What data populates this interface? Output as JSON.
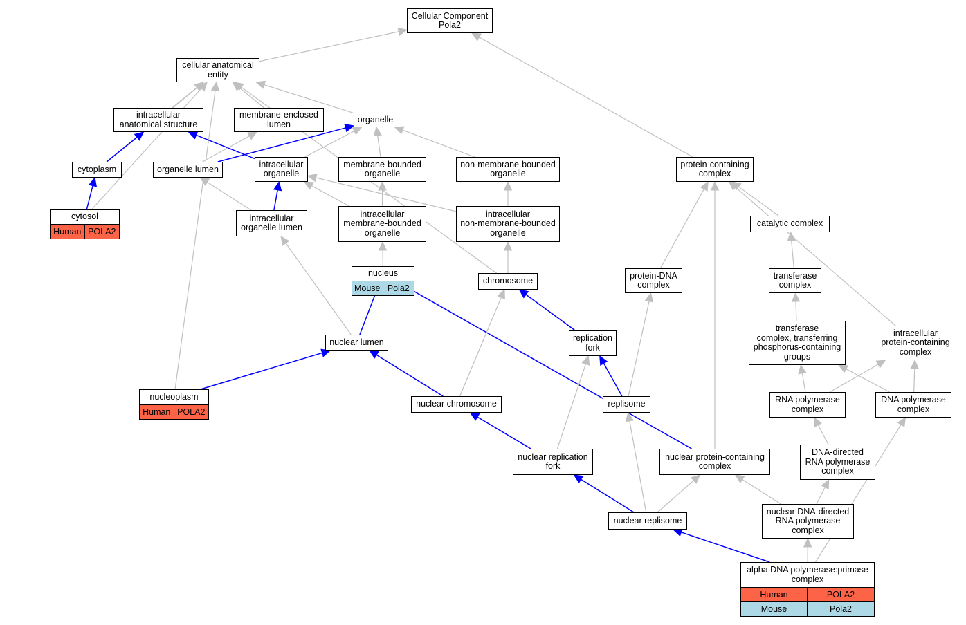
{
  "nodes": {
    "cc_pola2": {
      "label": "Cellular Component\nPola2"
    },
    "cell_anat": {
      "label": "cellular anatomical\nentity"
    },
    "ias": {
      "label": "intracellular\nanatomical structure"
    },
    "mel": {
      "label": "membrane-enclosed\nlumen"
    },
    "organelle": {
      "label": "organelle"
    },
    "cytoplasm": {
      "label": "cytoplasm"
    },
    "org_lumen": {
      "label": "organelle lumen"
    },
    "intra_org": {
      "label": "intracellular\norganelle"
    },
    "mbo": {
      "label": "membrane-bounded\norganelle"
    },
    "nmbo": {
      "label": "non-membrane-bounded\norganelle"
    },
    "pcc": {
      "label": "protein-containing\ncomplex"
    },
    "cytosol": {
      "label": "cytosol"
    },
    "iol": {
      "label": "intracellular\norganelle lumen"
    },
    "imbo": {
      "label": "intracellular\nmembrane-bounded\norganelle"
    },
    "inmbo": {
      "label": "intracellular\nnon-membrane-bounded\norganelle"
    },
    "catalytic": {
      "label": "catalytic complex"
    },
    "nucleus": {
      "label": "nucleus"
    },
    "chromosome": {
      "label": "chromosome"
    },
    "pdna": {
      "label": "protein-DNA\ncomplex"
    },
    "transferase": {
      "label": "transferase\ncomplex"
    },
    "nuc_lumen": {
      "label": "nuclear lumen"
    },
    "rep_fork": {
      "label": "replication\nfork"
    },
    "tcp": {
      "label": "transferase\ncomplex, transferring\nphosphorus-containing\ngroups"
    },
    "ipcc": {
      "label": "intracellular\nprotein-containing\ncomplex"
    },
    "nucleoplasm": {
      "label": "nucleoplasm"
    },
    "nuc_chrom": {
      "label": "nuclear chromosome"
    },
    "replisome": {
      "label": "replisome"
    },
    "rnap": {
      "label": "RNA polymerase\ncomplex"
    },
    "dnap": {
      "label": "DNA polymerase\ncomplex"
    },
    "ddrnap": {
      "label": "DNA-directed\nRNA polymerase\ncomplex"
    },
    "nrf": {
      "label": "nuclear replication\nfork"
    },
    "npcc": {
      "label": "nuclear protein-containing\ncomplex"
    },
    "nreplisome": {
      "label": "nuclear replisome"
    },
    "nddrnap": {
      "label": "nuclear DNA-directed\nRNA polymerase\ncomplex"
    },
    "alpha": {
      "label": "alpha DNA polymerase:primase\ncomplex"
    }
  },
  "annotations": {
    "cytosol": [
      {
        "species": "Human",
        "gene": "POLA2"
      }
    ],
    "nucleus": [
      {
        "species": "Mouse",
        "gene": "Pola2"
      }
    ],
    "nucleoplasm": [
      {
        "species": "Human",
        "gene": "POLA2"
      }
    ],
    "alpha": [
      {
        "species": "Human",
        "gene": "POLA2"
      },
      {
        "species": "Mouse",
        "gene": "Pola2"
      }
    ]
  },
  "colors": {
    "gray_edge": "#c0c0c0",
    "blue_edge": "#0000ff",
    "human": "#fd6347",
    "mouse": "#add8e6"
  },
  "edges": [
    {
      "from": "cell_anat",
      "to": "cc_pola2",
      "color": "gray"
    },
    {
      "from": "pcc",
      "to": "cc_pola2",
      "color": "gray"
    },
    {
      "from": "ias",
      "to": "cell_anat",
      "color": "gray"
    },
    {
      "from": "mel",
      "to": "cell_anat",
      "color": "gray"
    },
    {
      "from": "organelle",
      "to": "cell_anat",
      "color": "gray"
    },
    {
      "from": "cytoplasm",
      "to": "cell_anat",
      "color": "gray"
    },
    {
      "from": "cytosol",
      "to": "cell_anat",
      "color": "gray"
    },
    {
      "from": "nucleoplasm",
      "to": "cell_anat",
      "color": "gray"
    },
    {
      "from": "rep_fork",
      "to": "cell_anat",
      "color": "gray"
    },
    {
      "from": "cytoplasm",
      "to": "ias",
      "color": "blue"
    },
    {
      "from": "intra_org",
      "to": "ias",
      "color": "blue"
    },
    {
      "from": "org_lumen",
      "to": "mel",
      "color": "gray"
    },
    {
      "from": "org_lumen",
      "to": "organelle",
      "color": "blue"
    },
    {
      "from": "intra_org",
      "to": "organelle",
      "color": "gray"
    },
    {
      "from": "mbo",
      "to": "organelle",
      "color": "gray"
    },
    {
      "from": "nmbo",
      "to": "organelle",
      "color": "gray"
    },
    {
      "from": "cytosol",
      "to": "cytoplasm",
      "color": "blue"
    },
    {
      "from": "iol",
      "to": "org_lumen",
      "color": "gray"
    },
    {
      "from": "iol",
      "to": "intra_org",
      "color": "blue"
    },
    {
      "from": "imbo",
      "to": "intra_org",
      "color": "gray"
    },
    {
      "from": "inmbo",
      "to": "intra_org",
      "color": "gray"
    },
    {
      "from": "imbo",
      "to": "mbo",
      "color": "gray"
    },
    {
      "from": "inmbo",
      "to": "nmbo",
      "color": "gray"
    },
    {
      "from": "nucleus",
      "to": "imbo",
      "color": "gray"
    },
    {
      "from": "chromosome",
      "to": "inmbo",
      "color": "gray"
    },
    {
      "from": "nuc_lumen",
      "to": "iol",
      "color": "gray"
    },
    {
      "from": "nuc_lumen",
      "to": "nucleus",
      "color": "blue"
    },
    {
      "from": "npcc",
      "to": "nucleus",
      "color": "blue"
    },
    {
      "from": "rep_fork",
      "to": "chromosome",
      "color": "blue"
    },
    {
      "from": "nuc_chrom",
      "to": "chromosome",
      "color": "gray"
    },
    {
      "from": "nucleoplasm",
      "to": "nuc_lumen",
      "color": "blue"
    },
    {
      "from": "nuc_chrom",
      "to": "nuc_lumen",
      "color": "blue"
    },
    {
      "from": "replisome",
      "to": "rep_fork",
      "color": "blue"
    },
    {
      "from": "nrf",
      "to": "rep_fork",
      "color": "gray"
    },
    {
      "from": "nrf",
      "to": "nuc_chrom",
      "color": "blue"
    },
    {
      "from": "nreplisome",
      "to": "nrf",
      "color": "blue"
    },
    {
      "from": "nreplisome",
      "to": "replisome",
      "color": "gray"
    },
    {
      "from": "replisome",
      "to": "pdna",
      "color": "gray"
    },
    {
      "from": "pdna",
      "to": "pcc",
      "color": "gray"
    },
    {
      "from": "npcc",
      "to": "pcc",
      "color": "gray"
    },
    {
      "from": "catalytic",
      "to": "pcc",
      "color": "gray"
    },
    {
      "from": "ipcc",
      "to": "pcc",
      "color": "gray"
    },
    {
      "from": "transferase",
      "to": "catalytic",
      "color": "gray"
    },
    {
      "from": "tcp",
      "to": "transferase",
      "color": "gray"
    },
    {
      "from": "rnap",
      "to": "tcp",
      "color": "gray"
    },
    {
      "from": "dnap",
      "to": "tcp",
      "color": "gray"
    },
    {
      "from": "rnap",
      "to": "ipcc",
      "color": "gray"
    },
    {
      "from": "dnap",
      "to": "ipcc",
      "color": "gray"
    },
    {
      "from": "ddrnap",
      "to": "rnap",
      "color": "gray"
    },
    {
      "from": "nddrnap",
      "to": "ddrnap",
      "color": "gray"
    },
    {
      "from": "nddrnap",
      "to": "npcc",
      "color": "gray"
    },
    {
      "from": "nreplisome",
      "to": "npcc",
      "color": "gray"
    },
    {
      "from": "alpha",
      "to": "nreplisome",
      "color": "blue"
    },
    {
      "from": "alpha",
      "to": "nddrnap",
      "color": "gray"
    },
    {
      "from": "alpha",
      "to": "dnap",
      "color": "gray"
    }
  ]
}
